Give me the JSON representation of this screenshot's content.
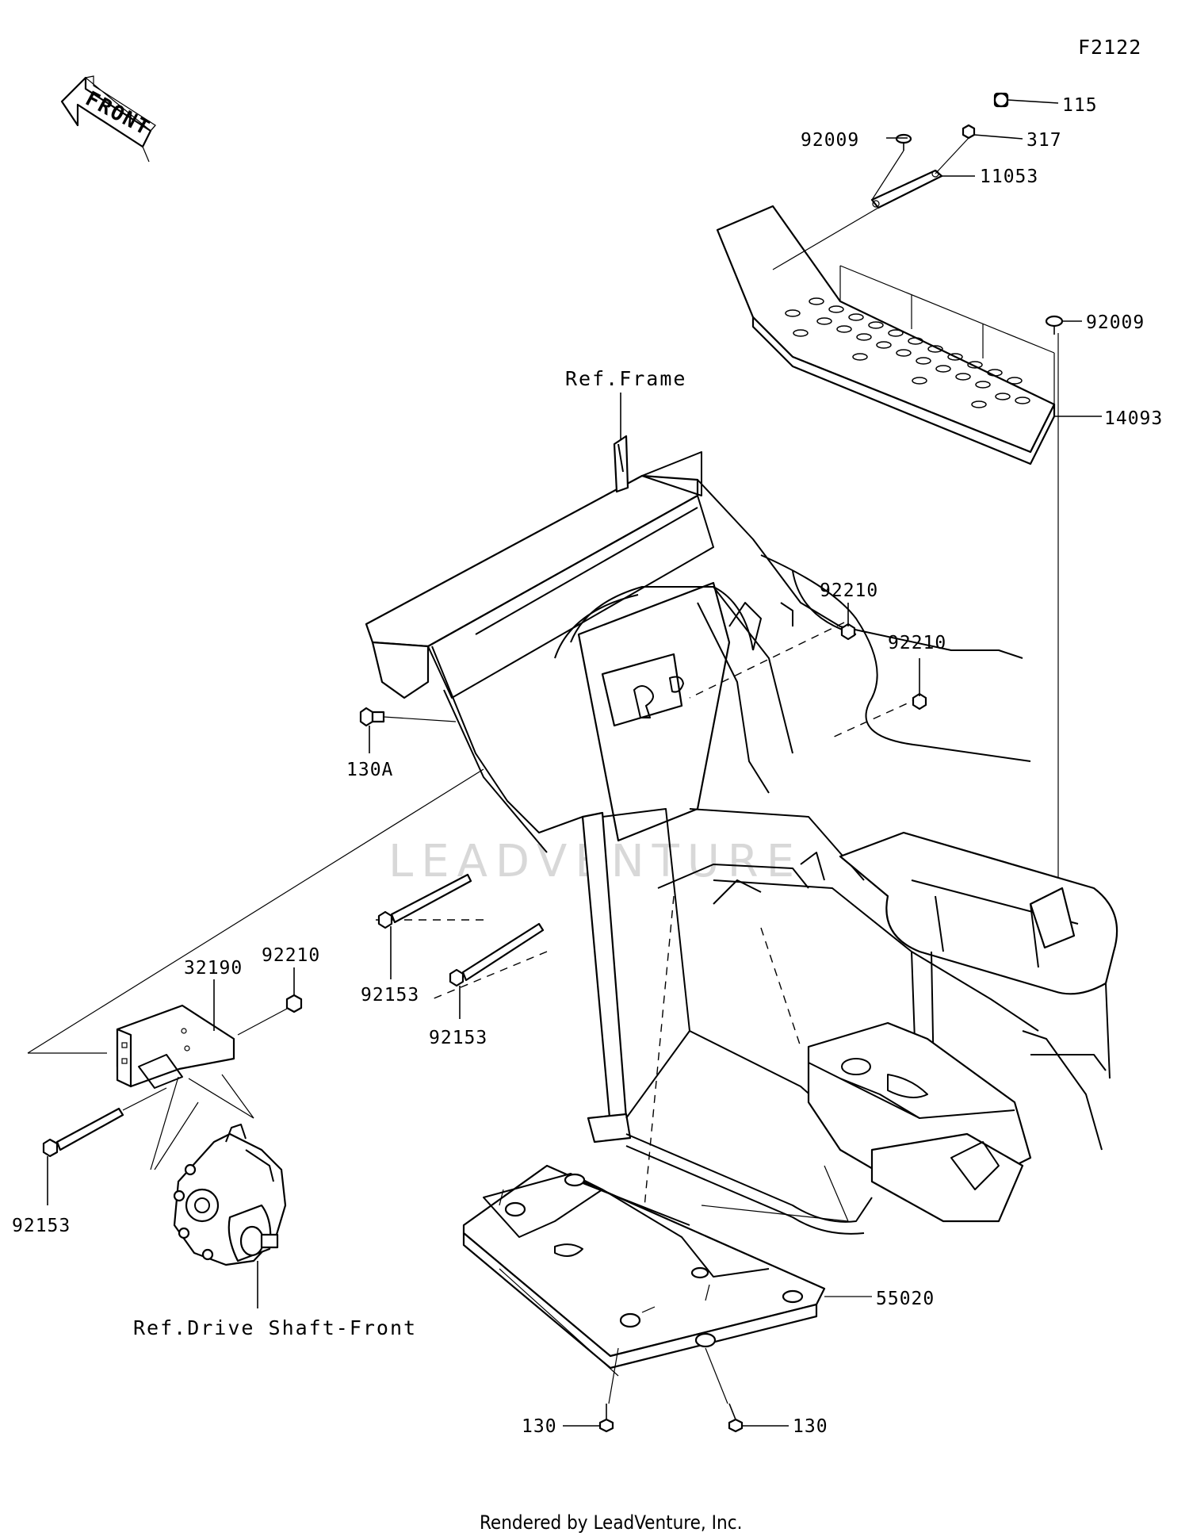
{
  "figure_code": "F2122",
  "front_arrow_text": "FRONT",
  "watermark": "LEADVENTURE",
  "footer": "Rendered by LeadVenture, Inc.",
  "refs": {
    "frame": "Ref.Frame",
    "drive_shaft": "Ref.Drive Shaft-Front"
  },
  "callouts": {
    "c115": "115",
    "c317": "317",
    "c92009_top": "92009",
    "c11053": "11053",
    "c92009_right": "92009",
    "c14093": "14093",
    "c92210_a": "92210",
    "c92210_b": "92210",
    "c130A": "130A",
    "c92210_c": "92210",
    "c32190": "32190",
    "c92153_a": "92153",
    "c92153_b": "92153",
    "c92153_c": "92153",
    "c55020": "55020",
    "c130_left": "130",
    "c130_right": "130"
  },
  "colors": {
    "line": "#000000",
    "background": "#ffffff",
    "watermark": "#d8d8d8"
  }
}
